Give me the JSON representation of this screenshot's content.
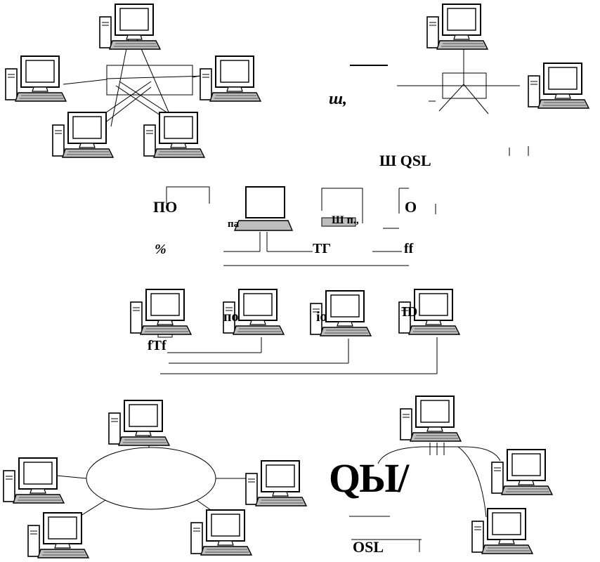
{
  "labels": {
    "star_mark": "ш,",
    "star_caption": "Ш QSL",
    "row1_left": "ПО",
    "row1_mid_a": "па",
    "row1_mid_b": "Ш п.,",
    "row1_right": "О",
    "row1_bottom_left": "%",
    "row1_bottom_mid": "ТГ",
    "row1_bottom_right": "ff",
    "row2_a": "по",
    "row2_b": "io",
    "row2_c": "ID",
    "row2_left": "fTf",
    "ring_mark": "QЫ/",
    "tree_caption": "OSL"
  },
  "icons": [
    "desktop-computer-icon"
  ]
}
